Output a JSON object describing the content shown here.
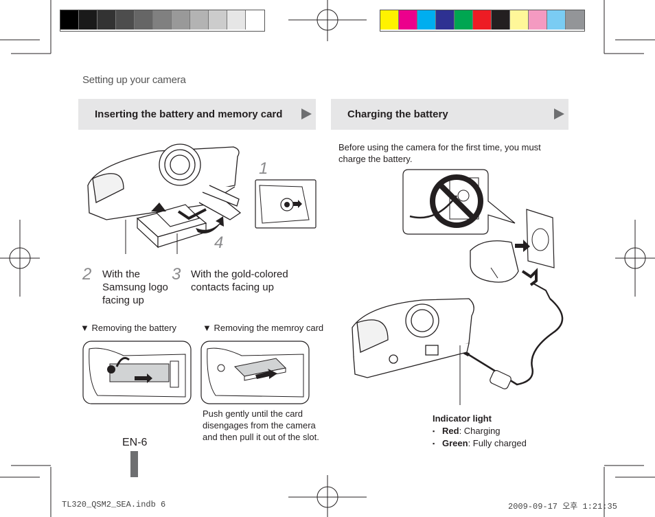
{
  "running_head": "Setting up your camera",
  "gray_swatches": [
    "#000000",
    "#1a1a1a",
    "#333333",
    "#4d4d4d",
    "#666666",
    "#808080",
    "#999999",
    "#b3b3b3",
    "#cccccc",
    "#e6e6e6",
    "#ffffff"
  ],
  "color_swatches": [
    "#fff200",
    "#ec008c",
    "#00aeef",
    "#2e3192",
    "#00a651",
    "#ed1c24",
    "#231f20",
    "#fff799",
    "#f49ac1",
    "#7accf3",
    "#939598"
  ],
  "left_section": {
    "title": "Inserting the battery and memory card",
    "steps": [
      {
        "num": "1"
      },
      {
        "num": "2",
        "text": "With the Samsung logo facing up"
      },
      {
        "num": "3",
        "text": "With the gold-colored contacts facing up"
      },
      {
        "num": "4"
      }
    ],
    "removing_battery": "▼ Removing the battery",
    "removing_card": "▼ Removing the memroy card",
    "card_note": "Push gently until the card disengages from the camera and then pull it out of the slot."
  },
  "right_section": {
    "title": "Charging the battery",
    "intro": "Before using the camera for the first time, you must charge the battery.",
    "indicator": {
      "head": "Indicator light",
      "items": [
        {
          "label": "Red",
          "desc": ": Charging"
        },
        {
          "label": "Green",
          "desc": ": Fully charged"
        }
      ]
    }
  },
  "page_number": "EN-6",
  "footer": {
    "file": "TL320_QSM2_SEA.indb   6",
    "date": "2009-09-17   오후 1:21:35"
  }
}
